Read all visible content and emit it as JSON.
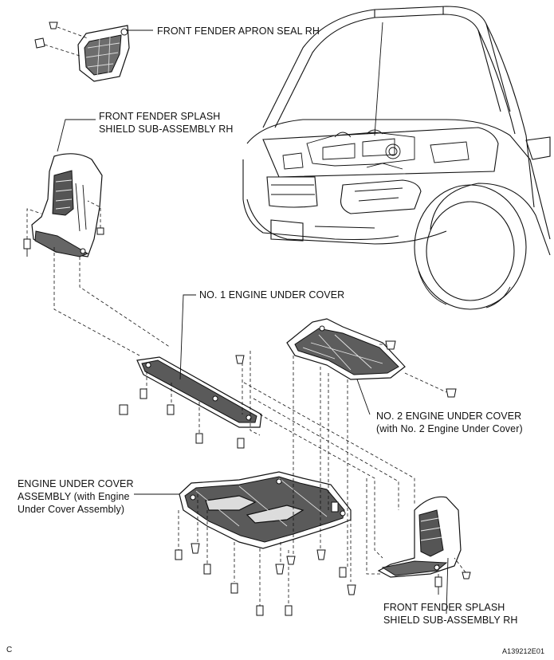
{
  "labels": {
    "apron_seal": "FRONT FENDER APRON SEAL RH",
    "splash_top_line1": "FRONT FENDER SPLASH",
    "splash_top_line2": "SHIELD SUB-ASSEMBLY RH",
    "no1_cover": "NO. 1 ENGINE UNDER COVER",
    "no2_line1": "NO. 2 ENGINE UNDER COVER",
    "no2_line2": "(with No. 2 Engine Under Cover)",
    "assy_line1": "ENGINE UNDER COVER",
    "assy_line2": "ASSEMBLY (with Engine",
    "assy_line3": "Under Cover Assembly)",
    "splash_bottom_line1": "FRONT FENDER SPLASH",
    "splash_bottom_line2": "SHIELD SUB-ASSEMBLY RH"
  },
  "corner": {
    "left": "C",
    "right": "A139212E01"
  }
}
